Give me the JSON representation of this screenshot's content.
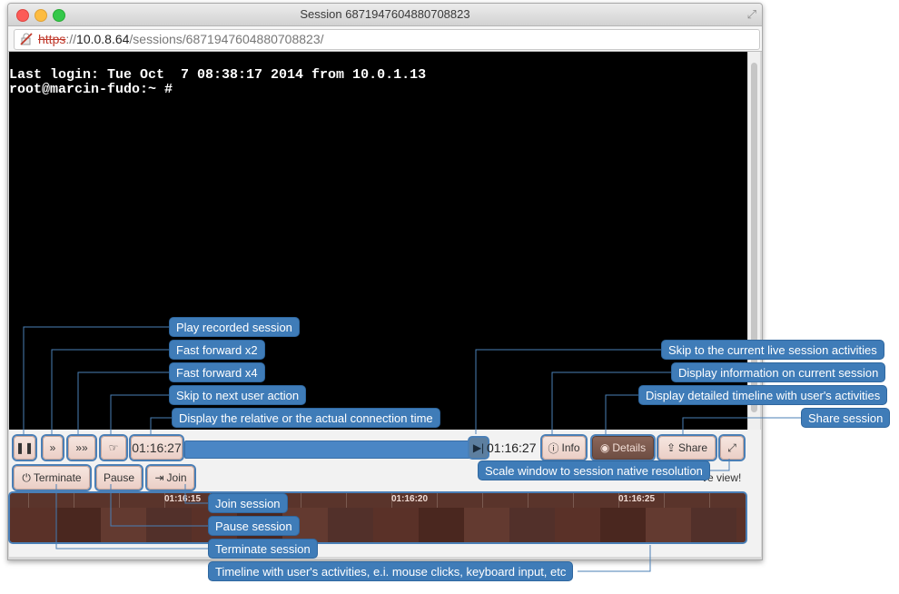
{
  "window": {
    "title": "Session 6871947604880708823",
    "url_protocol": "https",
    "url_sep": "://",
    "url_host": "10.0.8.64",
    "url_path": "/sessions/6871947604880708823/"
  },
  "terminal": {
    "lines": [
      "Last login: Tue Oct  7 08:38:17 2014 from 10.0.1.13",
      "root@marcin-fudo:~ #"
    ]
  },
  "controls": {
    "play_icon": "pause-icon",
    "ff2_label": "»",
    "ff4_label": "»»",
    "skip_action_icon": "pointing-hand-icon",
    "time_left": "01:16:27",
    "time_right": "01:16:27",
    "info_label": "Info",
    "details_label": "Details",
    "share_label": "Share",
    "terminate_label": "Terminate",
    "pause_label": "Pause",
    "join_label": "Join",
    "live_view_text": "ve view!"
  },
  "timeline": {
    "labels": [
      "01:16:15",
      "01:16:20",
      "01:16:25"
    ]
  },
  "callouts": {
    "play": "Play recorded session",
    "ff2": "Fast forward x2",
    "ff4": "Fast forward x4",
    "skip": "Skip to next user action",
    "time": "Display the relative or the actual connection time",
    "skip_live": "Skip to the current live session activities",
    "info": "Display information on current session",
    "details": "Display detailed timeline with user's activities",
    "share": "Share session",
    "scale": "Scale window to session native resolution",
    "join": "Join session",
    "pause": "Pause session",
    "terminate": "Terminate session",
    "timeline": "Timeline with user's activities, e.i. mouse clicks, keyboard input, etc"
  },
  "colors": {
    "callout": "#3f7cb8",
    "timeline_bg": "#4d2a22",
    "button_bg": "#ebcfc6",
    "progress": "#4a86c5"
  }
}
